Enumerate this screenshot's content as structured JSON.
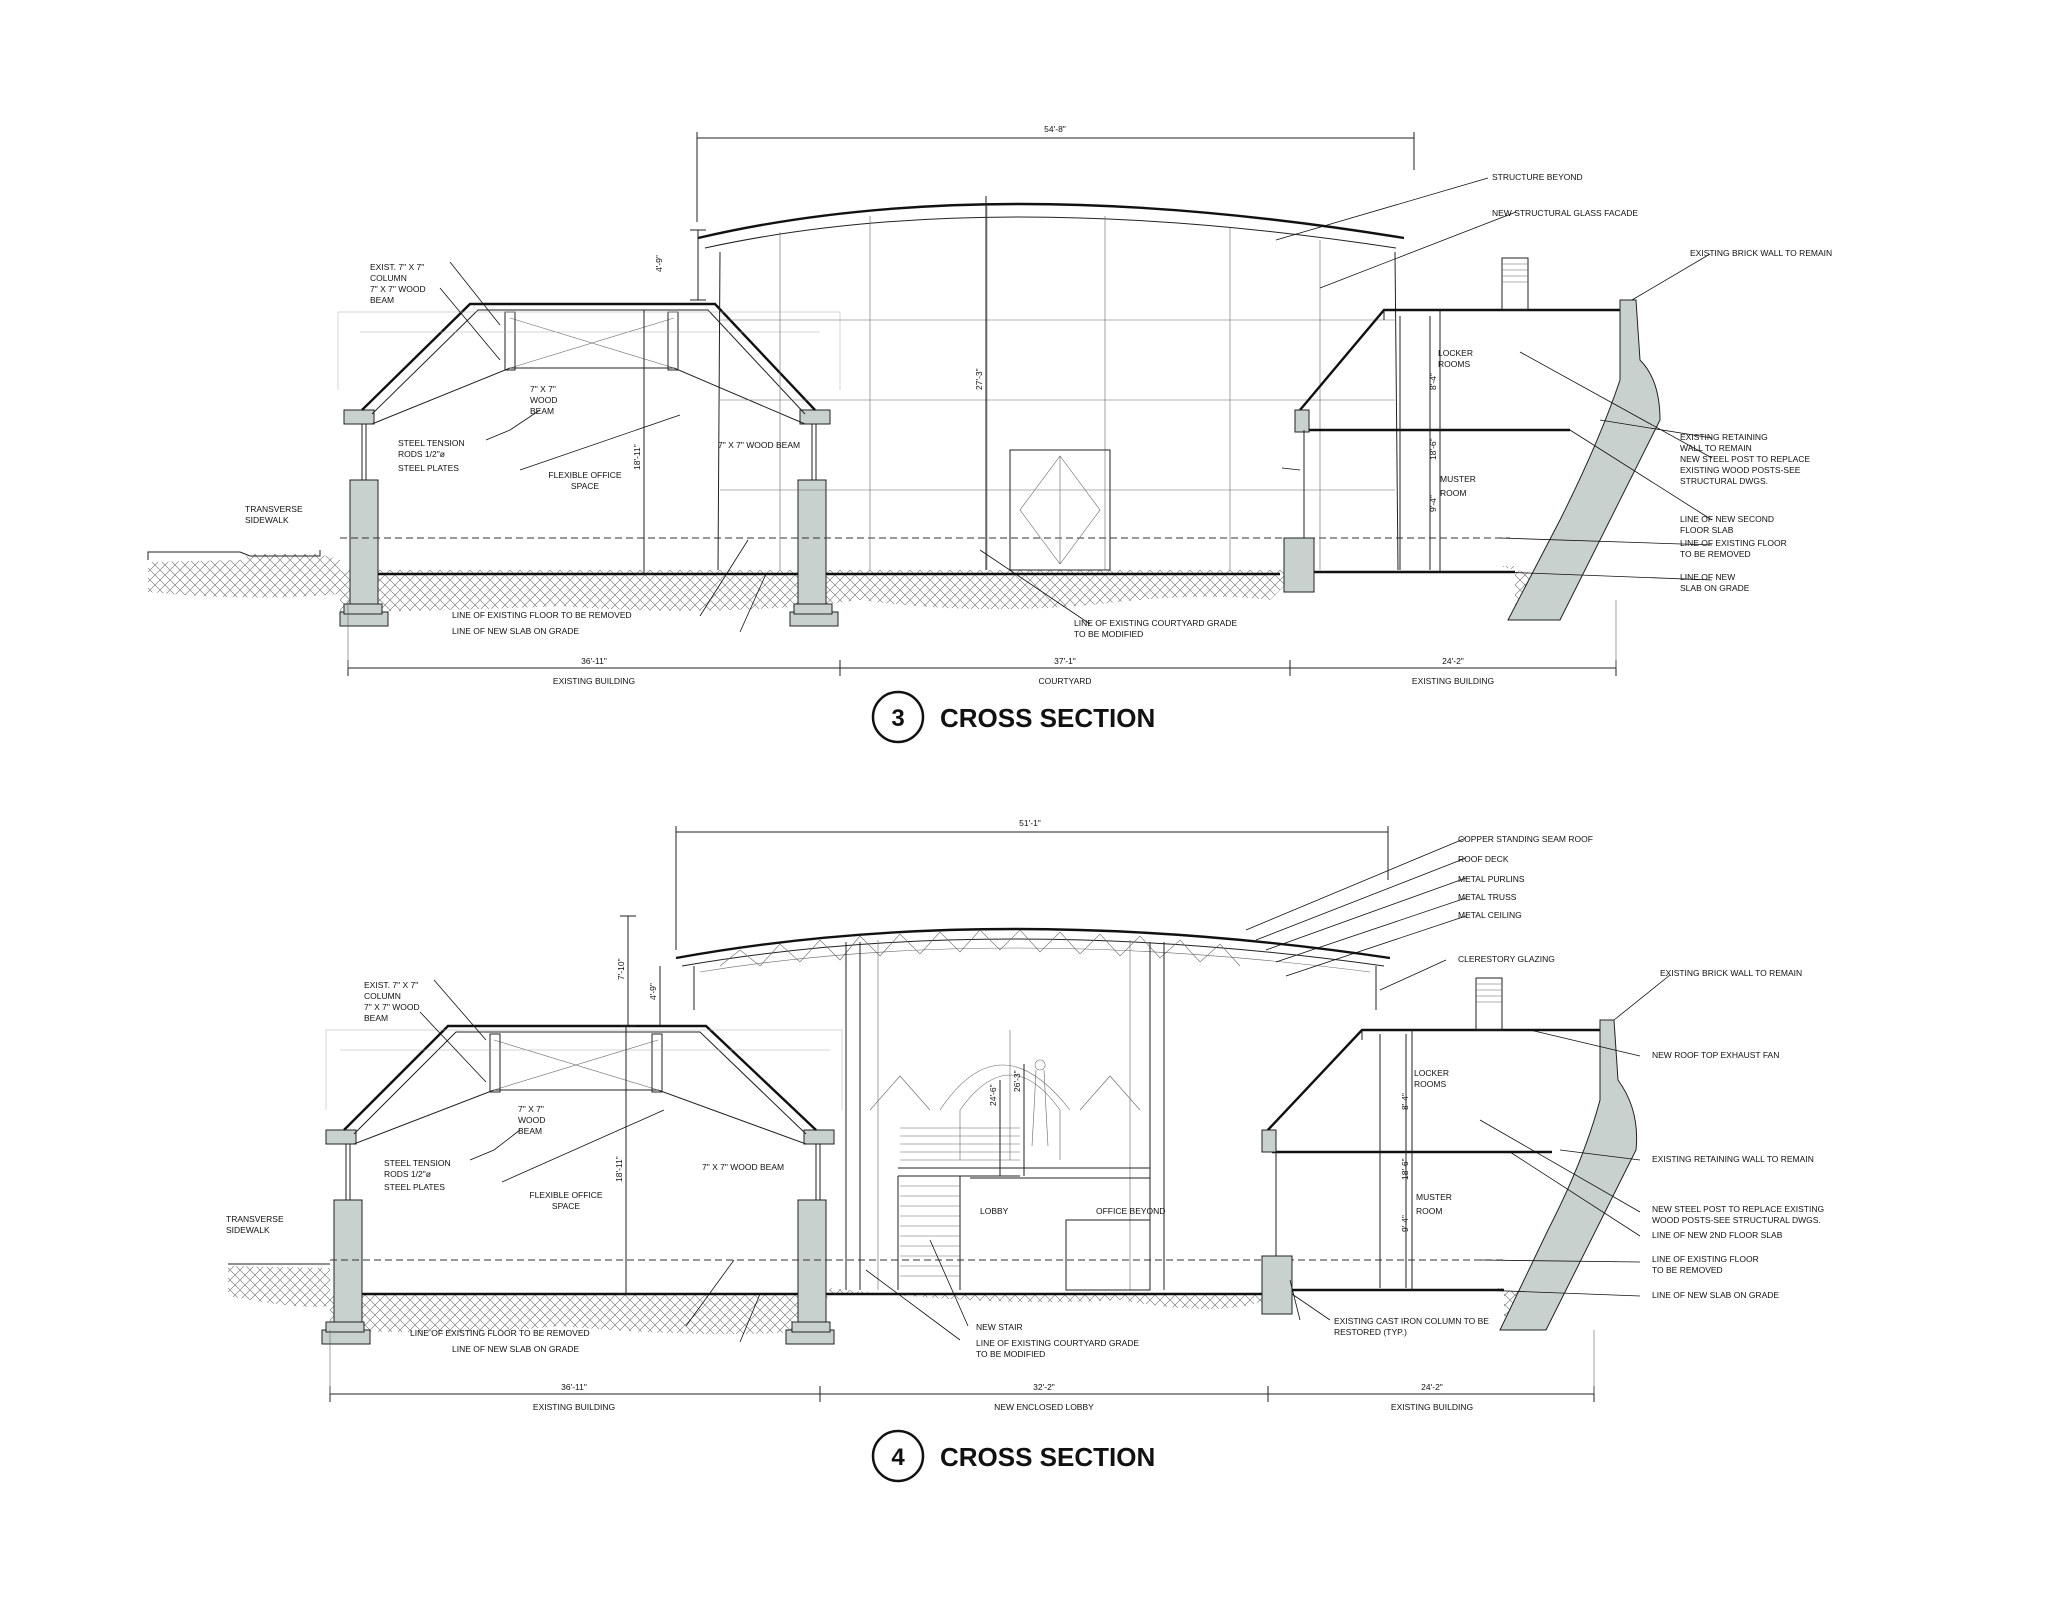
{
  "sections": [
    {
      "number": "3",
      "title": "CROSS SECTION",
      "overall_dimension": "54'-8\"",
      "roof_rise": "4'-9\"",
      "glass_height": "27'-3\"",
      "left_height": "18'-11\"",
      "right_upper": "8'-4\"",
      "right_mid": "18'-6\"",
      "right_lower": "9'-4\"",
      "bottom_dims": [
        "36'-11\"",
        "37'-1\"",
        "24'-2\""
      ],
      "zones": [
        "EXISTING BUILDING",
        "COURTYARD",
        "EXISTING BUILDING"
      ],
      "labels": {
        "col": [
          "EXIST. 7\" X 7\"",
          "COLUMN"
        ],
        "beam": [
          "7\" X 7\" WOOD",
          "BEAM"
        ],
        "beam2": [
          "7\" X 7\"",
          "WOOD",
          "BEAM"
        ],
        "rods": [
          "STEEL TENSION",
          "RODS 1/2\"ø"
        ],
        "plates": "STEEL PLATES",
        "wood_beam": "7\" X 7\" WOOD BEAM",
        "office": [
          "FLEXIBLE OFFICE",
          "SPACE"
        ],
        "sidewalk": [
          "TRANSVERSE",
          "SIDEWALK"
        ],
        "floor_removed": "LINE OF EXISTING FLOOR TO BE REMOVED",
        "slab_grade": "LINE OF NEW SLAB ON GRADE",
        "courtyard_grade": [
          "LINE OF EXISTING COURTYARD GRADE",
          "TO BE MODIFIED"
        ],
        "locker": [
          "LOCKER",
          "ROOMS"
        ],
        "muster": [
          "MUSTER",
          "ROOM"
        ]
      },
      "right_callouts": [
        [
          "STRUCTURE BEYOND"
        ],
        [
          "NEW STRUCTURAL GLASS FACADE"
        ],
        [
          "EXISTING BRICK WALL TO REMAIN"
        ],
        [
          "EXISTING RETAINING",
          "WALL TO REMAIN"
        ],
        [
          "NEW STEEL POST TO REPLACE",
          "EXISTING WOOD POSTS-SEE",
          "STRUCTURAL DWGS."
        ],
        [
          "LINE OF NEW SECOND",
          "FLOOR SLAB"
        ],
        [
          "LINE OF EXISTING FLOOR",
          "TO BE REMOVED"
        ],
        [
          "LINE OF NEW",
          "SLAB ON GRADE"
        ]
      ]
    },
    {
      "number": "4",
      "title": "CROSS SECTION",
      "overall_dimension": "51'-1\"",
      "roof_rise": "7'-10\"",
      "roof_rise2": "4'-9\"",
      "left_height": "18'-11\"",
      "right_upper": "8'-4\"",
      "right_mid": "18'-6\"",
      "right_lower": "9'-4\"",
      "stair_dims": [
        "24'-6\"",
        "26'-3\""
      ],
      "bottom_dims": [
        "36'-11\"",
        "32'-2\"",
        "24'-2\""
      ],
      "zones": [
        "EXISTING BUILDING",
        "NEW ENCLOSED LOBBY",
        "EXISTING BUILDING"
      ],
      "labels": {
        "col": [
          "EXIST. 7\" X 7\"",
          "COLUMN"
        ],
        "beam": [
          "7\" X 7\" WOOD",
          "BEAM"
        ],
        "beam2": [
          "7\" X 7\"",
          "WOOD",
          "BEAM"
        ],
        "rods": [
          "STEEL TENSION",
          "RODS 1/2\"ø"
        ],
        "plates": "STEEL PLATES",
        "wood_beam": "7\" X 7\" WOOD BEAM",
        "office": [
          "FLEXIBLE OFFICE",
          "SPACE"
        ],
        "sidewalk": [
          "TRANSVERSE",
          "SIDEWALK"
        ],
        "floor_removed": "LINE OF EXISTING FLOOR TO BE REMOVED",
        "slab_grade": "LINE OF NEW SLAB ON GRADE",
        "courtyard_grade": [
          "LINE OF EXISTING COURTYARD GRADE",
          "TO BE MODIFIED"
        ],
        "new_stair": "NEW STAIR",
        "lobby": "LOBBY",
        "office_beyond": "OFFICE BEYOND",
        "cast_iron": [
          "EXISTING CAST IRON COLUMN TO BE",
          "RESTORED (TYP.)"
        ],
        "locker": [
          "LOCKER",
          "ROOMS"
        ],
        "muster": [
          "MUSTER",
          "ROOM"
        ]
      },
      "right_callouts": [
        [
          "COPPER STANDING SEAM ROOF"
        ],
        [
          "ROOF DECK"
        ],
        [
          "METAL PURLINS"
        ],
        [
          "METAL TRUSS"
        ],
        [
          "METAL CEILING"
        ],
        [
          "CLERESTORY GLAZING"
        ],
        [
          "EXISTING BRICK WALL TO REMAIN"
        ],
        [
          "NEW ROOF TOP EXHAUST FAN"
        ],
        [
          "EXISTING RETAINING WALL TO REMAIN"
        ],
        [
          "NEW STEEL POST TO REPLACE EXISTING",
          "WOOD POSTS-SEE STRUCTURAL DWGS."
        ],
        [
          "LINE OF NEW 2ND FLOOR SLAB"
        ],
        [
          "LINE OF EXISTING FLOOR",
          "TO BE REMOVED"
        ],
        [
          "LINE OF NEW SLAB ON GRADE"
        ]
      ]
    }
  ]
}
